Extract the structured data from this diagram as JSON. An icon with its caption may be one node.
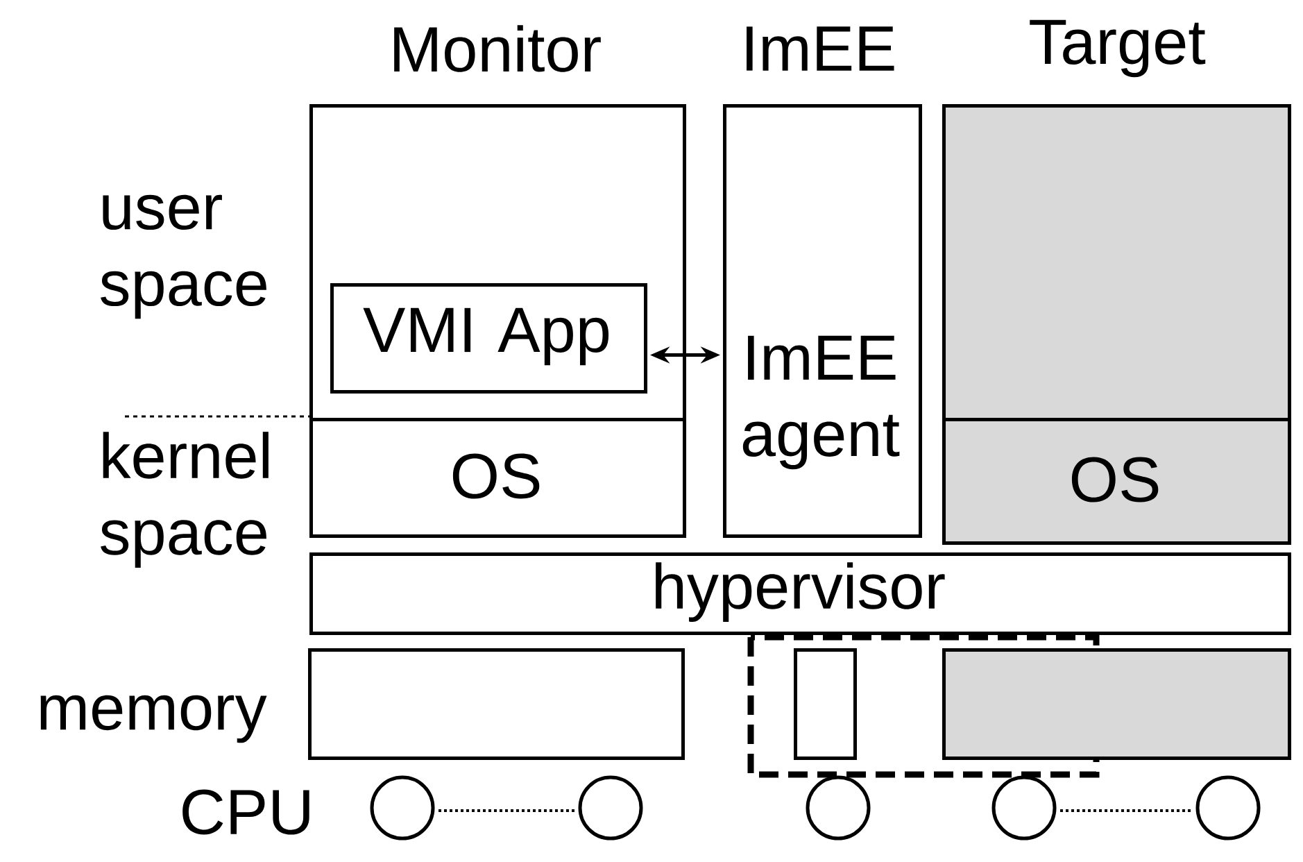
{
  "diagram": {
    "nodes": [
      {
        "text": [
          "Monitor"
        ]
      },
      {
        "text": [
          "VMI App"
        ],
        "in": 0
      },
      {
        "text": [
          "OS"
        ],
        "in": 0
      },
      {
        "text": [
          "ImEE",
          "ImEE agent"
        ]
      },
      {
        "text": [
          "Target"
        ]
      },
      {
        "text": [
          "OS"
        ],
        "in": 4
      },
      {
        "text": [
          "hypervisor"
        ]
      },
      {
        "text": [],
        "shape": "box"
      },
      {
        "text": [],
        "shape": "box"
      },
      {
        "text": [],
        "shape": "box"
      },
      {
        "text": [],
        "shape": "circle"
      },
      {
        "text": [],
        "shape": "circle"
      },
      {
        "text": [],
        "shape": "circle"
      },
      {
        "text": [],
        "shape": "circle"
      },
      {
        "text": [],
        "shape": "circle"
      }
    ],
    "edges": [
      {
        "from": 1,
        "to": 3,
        "arrow": "both"
      }
    ],
    "labels": [
      "user space",
      "kernel space",
      "memory",
      "CPU"
    ]
  }
}
